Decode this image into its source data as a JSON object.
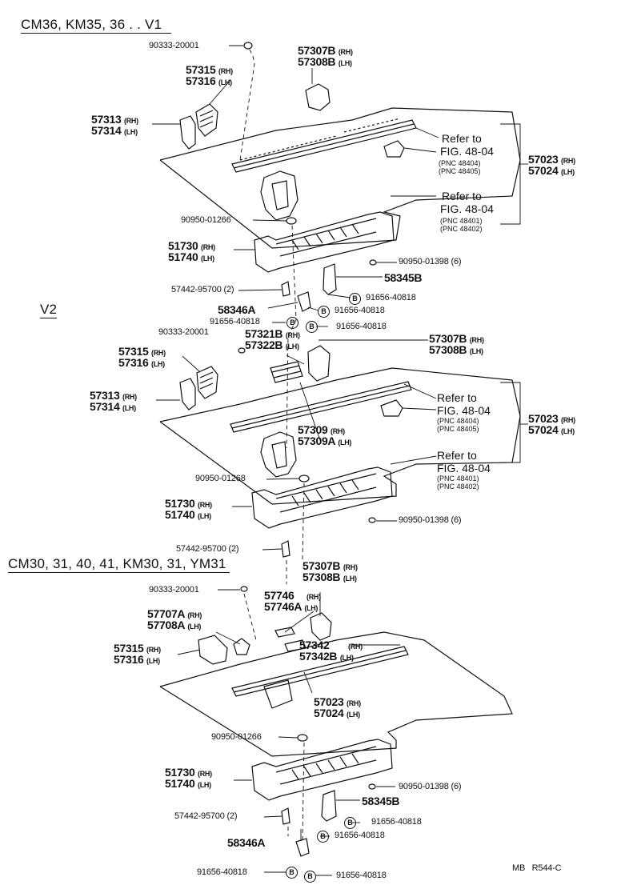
{
  "sections": [
    {
      "id": "s1",
      "header": "CM36, KM35, 36 . . V1"
    },
    {
      "id": "s2",
      "header": "V2"
    },
    {
      "id": "s3",
      "header": "CM30, 31, 40, 41, KM30, 31, YM31"
    }
  ],
  "side": {
    "rh": "(RH)",
    "lh": "(LH)"
  },
  "bolt_symbol": "B",
  "refs": {
    "refer_to": "Refer to",
    "fig": "FIG. 48-04",
    "pnc_a1": "(PNC 48404)",
    "pnc_a2": "(PNC 48405)",
    "pnc_b1": "(PNC 48401)",
    "pnc_b2": "(PNC 48402)"
  },
  "parts": {
    "p90333": "90333-20001",
    "p57307B": "57307B",
    "p57308B": "57308B",
    "p57315": "57315",
    "p57316": "57316",
    "p57313": "57313",
    "p57314": "57314",
    "p57023": "57023",
    "p57024": "57024",
    "p90950_01266": "90950-01266",
    "p90950_01268": "90950-01268",
    "p51730": "51730",
    "p51740": "51740",
    "p90950_01398": "90950-01398 (6)",
    "p58345B": "58345B",
    "p57442": "57442-95700 (2)",
    "p58346A": "58346A",
    "p91656": "91656-40818",
    "p57321B": "57321B",
    "p57322B": "57322B",
    "p57309": "57309",
    "p57309A": "57309A",
    "p57746": "57746",
    "p57746A": "57746A",
    "p57707A": "57707A",
    "p57708A": "57708A",
    "p57342": "57342",
    "p57342B": "57342B"
  },
  "footer": "MB   R544-C"
}
